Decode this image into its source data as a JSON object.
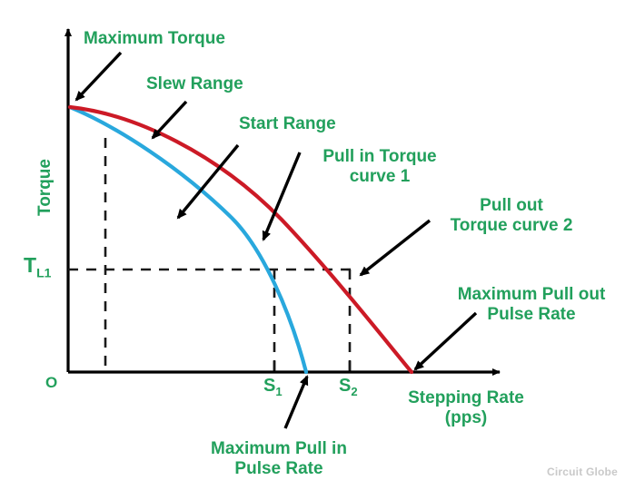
{
  "chart_data": {
    "type": "line",
    "title": "",
    "xlabel": "Stepping Rate",
    "xlabel_units": "(pps)",
    "ylabel": "Torque",
    "origin_label": "O",
    "grid": false,
    "legend_position": "none",
    "axis_ranges": {
      "x": [
        0,
        100
      ],
      "y": [
        0,
        100
      ]
    },
    "x_tick_labels": [
      "S₁",
      "S₂"
    ],
    "x_tick_values": [
      54,
      70
    ],
    "y_tick_labels": [
      "Tₗ₁"
    ],
    "y_tick_values": [
      38
    ],
    "series": [
      {
        "name": "Pull in Torque curve 1",
        "color": "#29a8dd",
        "description": "Start range boundary — pull in torque versus stepping rate",
        "x": [
          0,
          6,
          12,
          20,
          28,
          36,
          43,
          50,
          54,
          58,
          62,
          66,
          69
        ],
        "y": [
          95,
          90,
          85,
          76,
          66,
          55,
          47,
          40,
          38,
          30,
          22,
          12,
          0
        ]
      },
      {
        "name": "Pull out Torque curve 2",
        "color": "#cc1a26",
        "description": "Slew range boundary — pull out torque versus stepping rate",
        "x": [
          0,
          8,
          16,
          26,
          36,
          46,
          54,
          62,
          70,
          78,
          86,
          94,
          100
        ],
        "y": [
          95,
          93,
          90,
          85,
          78,
          69,
          61,
          51,
          38,
          28,
          18,
          8,
          0
        ]
      }
    ],
    "annotations": [
      {
        "name": "maximum-torque",
        "text": "Maximum Torque",
        "points_to": "y-intercept of both curves"
      },
      {
        "name": "slew-range",
        "text": "Slew Range",
        "points_to": "region between curve 1 and curve 2"
      },
      {
        "name": "start-range",
        "text": "Start Range",
        "points_to": "region under curve 1"
      },
      {
        "name": "pull-in-torque-curve-1",
        "text": "Pull in Torque\ncurve 1",
        "points_to": "blue curve"
      },
      {
        "name": "pull-out-torque-curve-2",
        "text": "Pull out\nTorque curve 2",
        "points_to": "red curve"
      },
      {
        "name": "maximum-pull-out-pulse-rate",
        "text": "Maximum Pull out\nPulse Rate",
        "points_to": "x-intercept of red curve"
      },
      {
        "name": "maximum-pull-in-pulse-rate",
        "text": "Maximum Pull in\nPulse Rate",
        "points_to": "x-intercept of blue curve"
      }
    ]
  },
  "labels": {
    "maximum_torque": "Maximum Torque",
    "slew_range": "Slew Range",
    "start_range": "Start Range",
    "pull_in_torque_line1": "Pull in Torque",
    "pull_in_torque_line2": "curve 1",
    "pull_out_torque_line1": "Pull out",
    "pull_out_torque_line2": "Torque curve 2",
    "max_pull_out_line1": "Maximum Pull out",
    "max_pull_out_line2": "Pulse Rate",
    "max_pull_in_line1": "Maximum Pull in",
    "max_pull_in_line2": "Pulse Rate",
    "y_axis": "Torque",
    "x_axis_line1": "Stepping Rate",
    "x_axis_line2": "(pps)",
    "origin": "O",
    "load_torque_symbol": "T",
    "load_torque_subscript": "L1",
    "tick_s1_symbol": "S",
    "tick_s1_subscript": "1",
    "tick_s2_symbol": "S",
    "tick_s2_subscript": "2",
    "watermark": "Circuit Globe"
  },
  "colors": {
    "text_green": "#22a05c",
    "curve_blue": "#29a8dd",
    "curve_red": "#cc1a26",
    "axis_black": "#000000",
    "watermark_gray": "#c9c9c9",
    "background": "#ffffff"
  }
}
